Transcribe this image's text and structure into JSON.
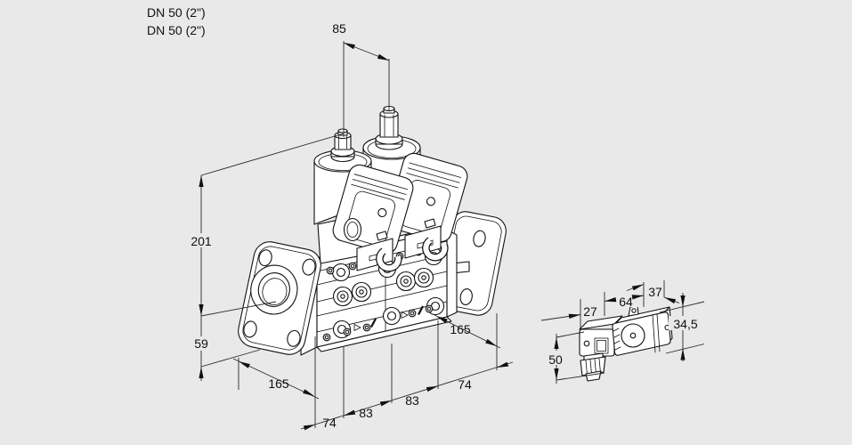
{
  "colors": {
    "background": "#e9e9e9",
    "line": "#111111",
    "dim_line": "#2b2b2b"
  },
  "labels": {
    "port_size_top": "DN 50 (2\")",
    "port_size_bottom": "DN 50 (2\")"
  },
  "main_view": {
    "name": "double solenoid valve, isometric dimensional drawing",
    "dims": {
      "actuator_pitch": "85",
      "overall_height": "201",
      "flange_center_height": "59",
      "flange_width_front": "165",
      "edge_offset_front": "74",
      "valve_spacing_1": "83",
      "valve_spacing_2": "83",
      "edge_offset_rear": "74",
      "flange_width_rear": "165"
    }
  },
  "detail_view": {
    "name": "solenoid actuator side view",
    "dims": {
      "connector_depth": "27",
      "coil_length": "64",
      "end_cap_length": "37",
      "coil_height": "34,5",
      "connector_height": "50"
    }
  }
}
